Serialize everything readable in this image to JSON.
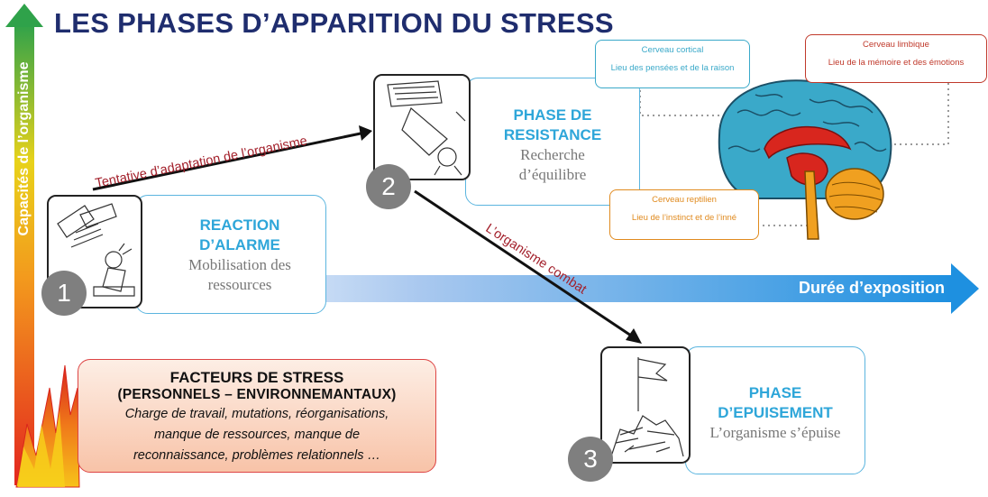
{
  "title": "LES PHASES D’APPARITION DU STRESS",
  "vertical_axis_label": "Capacités de l’organisme",
  "horizontal_axis_label": "Durée d’exposition",
  "phases": [
    {
      "number": "1",
      "title_line1": "REACTION",
      "title_line2": "D’ALARME",
      "sub_line1": "Mobilisation des",
      "sub_line2": "ressources"
    },
    {
      "number": "2",
      "title_line1": "PHASE DE",
      "title_line2": "RESISTANCE",
      "sub_line1": "Recherche",
      "sub_line2": "d’équilibre"
    },
    {
      "number": "3",
      "title_line1": "PHASE",
      "title_line2": "D’EPUISEMENT",
      "sub_line1": "L’organisme s’épuise",
      "sub_line2": ""
    }
  ],
  "arrows": {
    "adaptation": "Tentative d’adaptation de l’organisme",
    "combat": "L’organisme combat"
  },
  "brain": {
    "cortical": {
      "name": "Cerveau cortical",
      "desc": "Lieu des pensées et de la raison",
      "color": "#3aa9c9"
    },
    "limbique": {
      "name": "Cerveau limbique",
      "desc": "Lieu de la mémoire et des émotions",
      "color": "#c0392b"
    },
    "reptilien": {
      "name": "Cerveau reptilien",
      "desc": "Lieu de l’instinct et de l’inné",
      "color": "#e08a1e"
    }
  },
  "factors": {
    "title": "FACTEURS DE STRESS",
    "subtitle": "(PERSONNELS – ENVIRONNEMANTAUX)",
    "line1": "Charge de travail, mutations, réorganisations,",
    "line2": "manque de ressources, manque de",
    "line3": "reconnaissance, problèmes relationnels …"
  },
  "colors": {
    "title": "#1f2d6e",
    "phase_title": "#2ea6d9",
    "arrow_label": "#a3202b",
    "timeline": "#1e90e0"
  }
}
